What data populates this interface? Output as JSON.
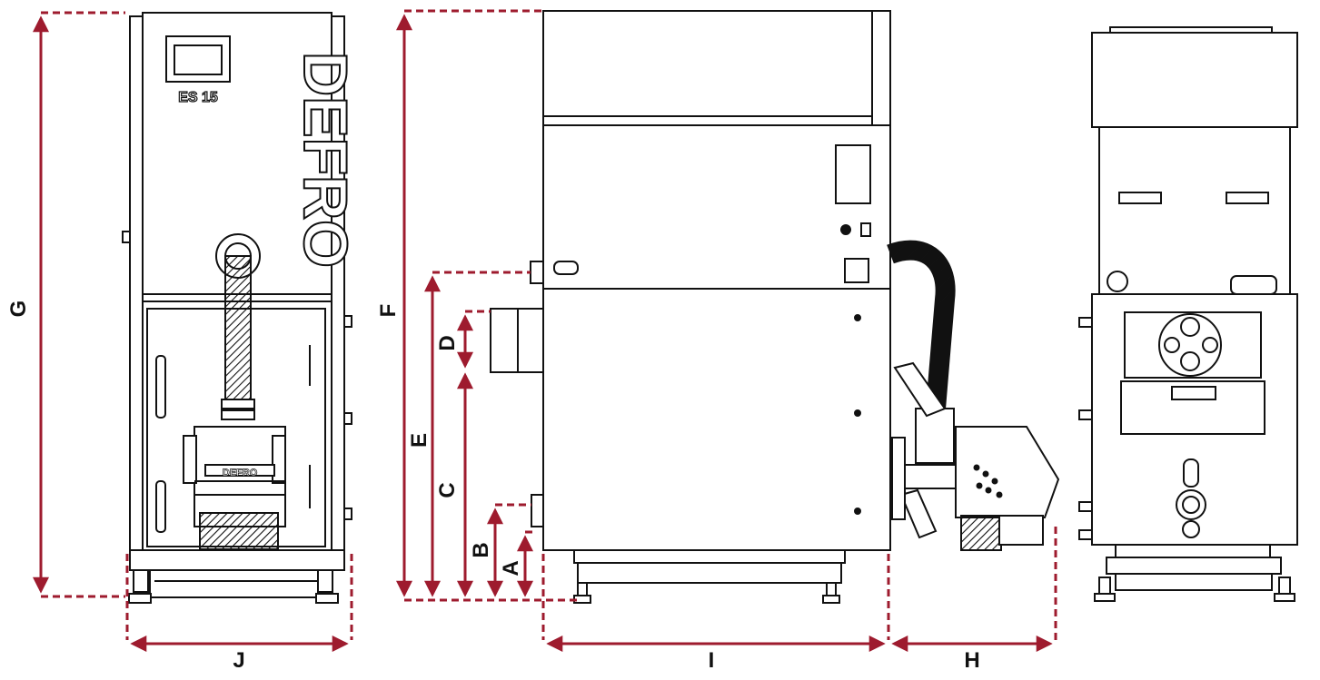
{
  "brand": {
    "logo": "DEFRO",
    "model": "ES 15",
    "feeder_logo": "DEFRO"
  },
  "dimensions": {
    "A": "A",
    "B": "B",
    "C": "C",
    "D": "D",
    "E": "E",
    "F": "F",
    "G": "G",
    "H": "H",
    "I": "I",
    "J": "J"
  },
  "colors": {
    "dimension": "#9e1b2e",
    "outline": "#111111",
    "fill": "#ffffff"
  }
}
